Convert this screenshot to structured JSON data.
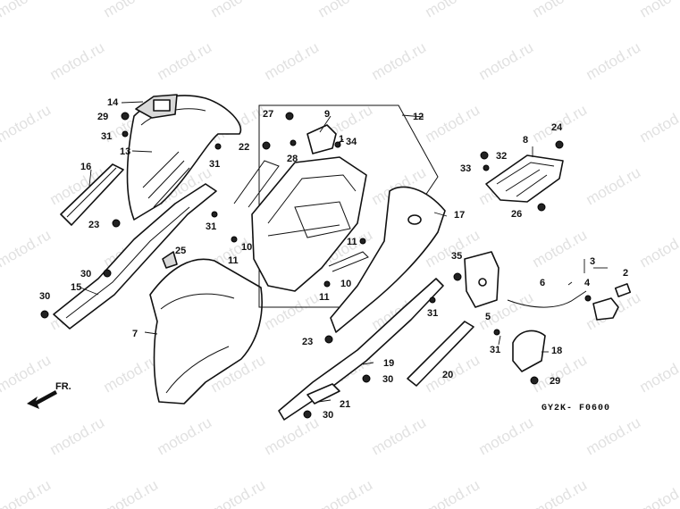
{
  "diagram": {
    "figure_code": "GY2K- F0600",
    "front_indicator": "FR.",
    "watermark_text": "motod.ru",
    "callouts": [
      {
        "id": "c1",
        "label": "1"
      },
      {
        "id": "c2",
        "label": "2"
      },
      {
        "id": "c3",
        "label": "3"
      },
      {
        "id": "c4",
        "label": "4"
      },
      {
        "id": "c5",
        "label": "5"
      },
      {
        "id": "c6",
        "label": "6"
      },
      {
        "id": "c7",
        "label": "7"
      },
      {
        "id": "c8",
        "label": "8"
      },
      {
        "id": "c9",
        "label": "9"
      },
      {
        "id": "c10a",
        "label": "10"
      },
      {
        "id": "c10b",
        "label": "10"
      },
      {
        "id": "c11a",
        "label": "11"
      },
      {
        "id": "c11b",
        "label": "11"
      },
      {
        "id": "c11c",
        "label": "11"
      },
      {
        "id": "c12",
        "label": "12"
      },
      {
        "id": "c13",
        "label": "13"
      },
      {
        "id": "c14",
        "label": "14"
      },
      {
        "id": "c15",
        "label": "15"
      },
      {
        "id": "c16",
        "label": "16"
      },
      {
        "id": "c17",
        "label": "17"
      },
      {
        "id": "c18",
        "label": "18"
      },
      {
        "id": "c19",
        "label": "19"
      },
      {
        "id": "c20",
        "label": "20"
      },
      {
        "id": "c21",
        "label": "21"
      },
      {
        "id": "c22",
        "label": "22"
      },
      {
        "id": "c23a",
        "label": "23"
      },
      {
        "id": "c23b",
        "label": "23"
      },
      {
        "id": "c24",
        "label": "24"
      },
      {
        "id": "c25",
        "label": "25"
      },
      {
        "id": "c26",
        "label": "26"
      },
      {
        "id": "c27",
        "label": "27"
      },
      {
        "id": "c28",
        "label": "28"
      },
      {
        "id": "c29a",
        "label": "29"
      },
      {
        "id": "c29b",
        "label": "29"
      },
      {
        "id": "c30a",
        "label": "30"
      },
      {
        "id": "c30b",
        "label": "30"
      },
      {
        "id": "c30c",
        "label": "30"
      },
      {
        "id": "c30d",
        "label": "30"
      },
      {
        "id": "c31a",
        "label": "31"
      },
      {
        "id": "c31b",
        "label": "31"
      },
      {
        "id": "c31c",
        "label": "31"
      },
      {
        "id": "c31d",
        "label": "31"
      },
      {
        "id": "c31e",
        "label": "31"
      },
      {
        "id": "c32",
        "label": "32"
      },
      {
        "id": "c33",
        "label": "33"
      },
      {
        "id": "c34",
        "label": "34"
      },
      {
        "id": "c35",
        "label": "35"
      }
    ]
  }
}
